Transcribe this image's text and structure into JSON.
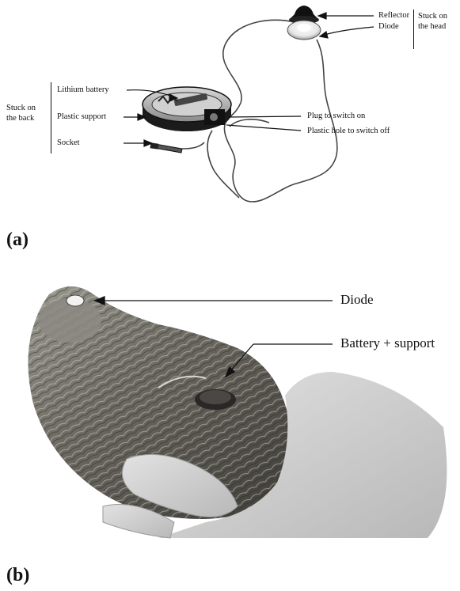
{
  "panel_a": {
    "label": "(a)",
    "labels": {
      "reflector": "Reflector",
      "diode": "Diode",
      "lithium_battery": "Lithium battery",
      "plastic_support": "Plastic support",
      "socket": "Socket",
      "plug_on": "Plug to switch on",
      "hole_off": "Plastic hole to switch off"
    },
    "groups": {
      "head_line1": "Stuck  on",
      "head_line2": "the head",
      "back_line1": "Stuck on",
      "back_line2": "the back"
    }
  },
  "panel_b": {
    "label": "(b)",
    "labels": {
      "diode": "Diode",
      "battery_support": "Battery + support"
    }
  }
}
